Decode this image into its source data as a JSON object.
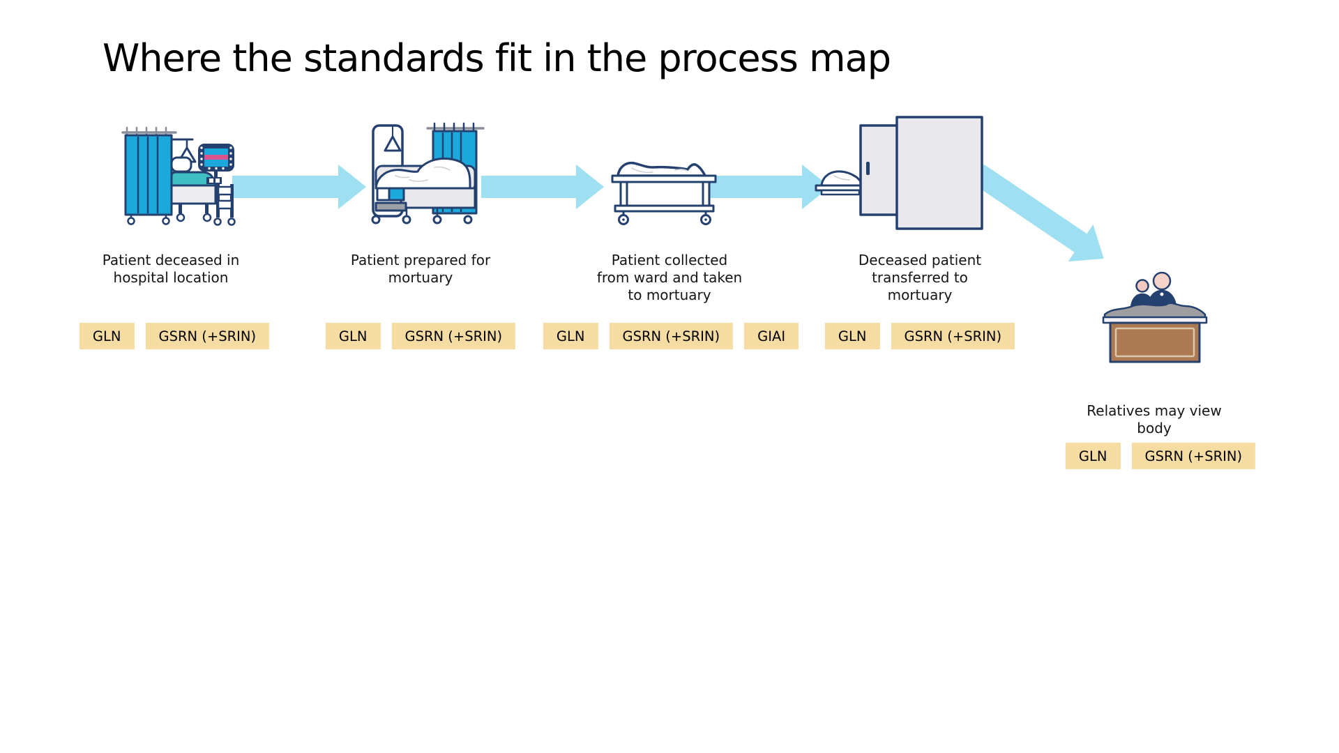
{
  "title": "Where the standards fit in the process map",
  "stages": [
    {
      "name": "patient-deceased",
      "label": "Patient deceased in\nhospital location",
      "icon": "hospital-bed-curtain-monitor-icon",
      "tags": [
        "GLN",
        "GSRN (+SRIN)"
      ]
    },
    {
      "name": "patient-prepared",
      "label": "Patient prepared for\nmortuary",
      "icon": "covered-bed-curtain-icon",
      "tags": [
        "GLN",
        "GSRN (+SRIN)"
      ]
    },
    {
      "name": "patient-collected",
      "label": "Patient collected\nfrom ward and taken\nto mortuary",
      "icon": "mortuary-trolley-icon",
      "tags": [
        "GLN",
        "GSRN (+SRIN)",
        "GIAI"
      ]
    },
    {
      "name": "patient-transferred",
      "label": "Deceased patient\ntransferred to\nmortuary",
      "icon": "mortuary-fridge-icon",
      "tags": [
        "GLN",
        "GSRN (+SRIN)"
      ]
    },
    {
      "name": "relatives-view",
      "label": "Relatives may view\nbody",
      "icon": "viewing-desk-relatives-icon",
      "tags": [
        "GLN",
        "GSRN (+SRIN)"
      ]
    }
  ],
  "colors": {
    "background": "#FFFFFF",
    "arrow": "#9EDFF1",
    "tag_background": "#F5DCA2",
    "outline_navy": "#24406E",
    "curtain_cyan": "#1BA9DC",
    "blanket_teal": "#3FBFC4",
    "monitor_stripe_magenta": "#D9538F",
    "door_gray": "#E9E9EC",
    "desk_brown": "#AD7953",
    "cloth_gray": "#9E9EA0",
    "skin_pink": "#F4C9BF",
    "text": "#141414"
  }
}
